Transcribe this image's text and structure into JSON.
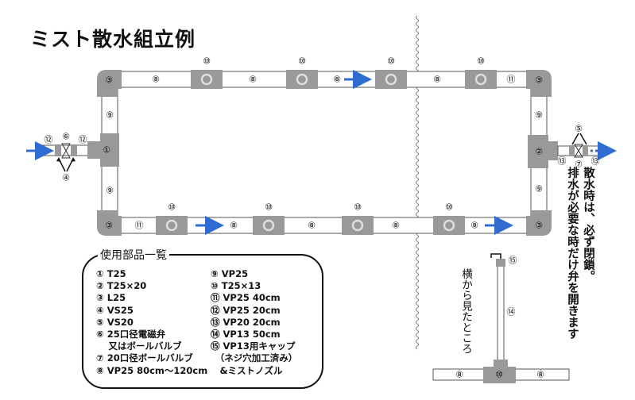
{
  "title": "ミスト散水組立例",
  "colors": {
    "pipe_fill": "#ffffff",
    "pipe_stroke": "#555555",
    "fitting": "#999999",
    "arrow": "#2f6bd1"
  },
  "labels": {
    "tee": "⑩",
    "pipe8": "⑧",
    "pipe9": "⑨",
    "pipe11": "⑪",
    "pipe12": "⑫",
    "pipe13": "⑬",
    "elbow": "③",
    "tee_main": "①",
    "tee_reducer": "②",
    "socket25": "④",
    "socket20": "⑤",
    "valve6": "⑥",
    "valve7": "⑦",
    "pipe14": "⑭",
    "cap15": "⑮"
  },
  "note": {
    "line1": "散水時は、必ず閉鎖。",
    "line2": "排水が必要な時だけ弁を開きます"
  },
  "side_view_caption": "横から見たところ",
  "parts_list": {
    "title": "使用部品一覧",
    "left": [
      "① T25",
      "② T25×20",
      "③ L25",
      "④ VS25",
      "⑤ VS20",
      "⑥ 25口径電磁弁\n　 又はボールバルブ",
      "⑦ 20口径ボールバルブ",
      "⑧ VP25 80cm～120cm"
    ],
    "right": [
      "⑨ VP25",
      "⑩ T25×13",
      "⑪ VP25 40cm",
      "⑫ VP25 20cm",
      "⑬ VP20 20cm",
      "⑭ VP13 50cm",
      "⑮ VP13用キャップ\n　（ネジ穴加工済み）\n　&ミストノズル"
    ]
  }
}
